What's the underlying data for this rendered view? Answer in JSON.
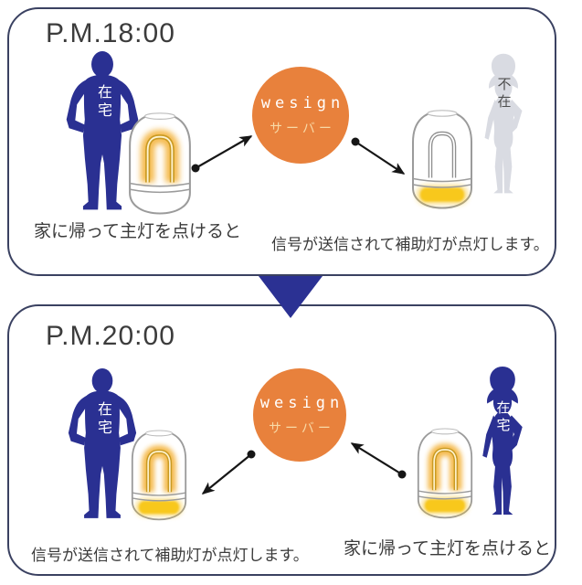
{
  "colors": {
    "panel_border": "#3a4161",
    "silhouette_blue": "#2a3092",
    "silhouette_gray": "#d9dbe2",
    "server_orange": "#e8813c",
    "server_subtitle_text": "#f8d9a6",
    "glow_yellow": "#f7c21a",
    "down_triangle_blue": "#2b3193",
    "arrow_black": "#161616"
  },
  "server": {
    "name": "wesign",
    "label": "サーバー"
  },
  "panels": [
    {
      "time": "P.M.18:00",
      "left_person": {
        "label": "在宅"
      },
      "right_person": {
        "label": "不在"
      },
      "left_caption": "家に帰って主灯を点けると",
      "right_caption": "信号が送信されて補助灯が点灯します。"
    },
    {
      "time": "P.M.20:00",
      "left_person": {
        "label": "在宅"
      },
      "right_person": {
        "label": "在宅"
      },
      "left_caption": "信号が送信されて補助灯が点灯します。",
      "right_caption": "家に帰って主灯を点けると"
    }
  ]
}
